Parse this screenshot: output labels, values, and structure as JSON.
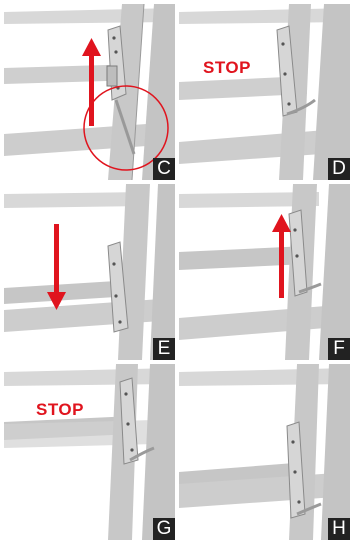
{
  "panels": [
    {
      "label": "C",
      "stop_text": "",
      "arrow": "up",
      "circle": true,
      "bars": [
        "upper",
        "lower"
      ]
    },
    {
      "label": "D",
      "stop_text": "STOP",
      "arrow": "",
      "circle": false,
      "bars": [
        "upper",
        "lower"
      ]
    },
    {
      "label": "E",
      "stop_text": "",
      "arrow": "down",
      "circle": false,
      "bars": [
        "top",
        "lower"
      ]
    },
    {
      "label": "F",
      "stop_text": "",
      "arrow": "up",
      "circle": false,
      "bars": [
        "top",
        "lower"
      ]
    },
    {
      "label": "G",
      "stop_text": "STOP",
      "arrow": "",
      "circle": false,
      "bars": [
        "top",
        "lower"
      ]
    },
    {
      "label": "H",
      "stop_text": "",
      "arrow": "",
      "circle": false,
      "bars": [
        "top",
        "lower"
      ]
    }
  ],
  "colors": {
    "arrow": "#e0141e",
    "stop_text": "#e0141e",
    "circle": "#e0141e",
    "frame": "#cfcfcf",
    "badge": "#222222"
  }
}
